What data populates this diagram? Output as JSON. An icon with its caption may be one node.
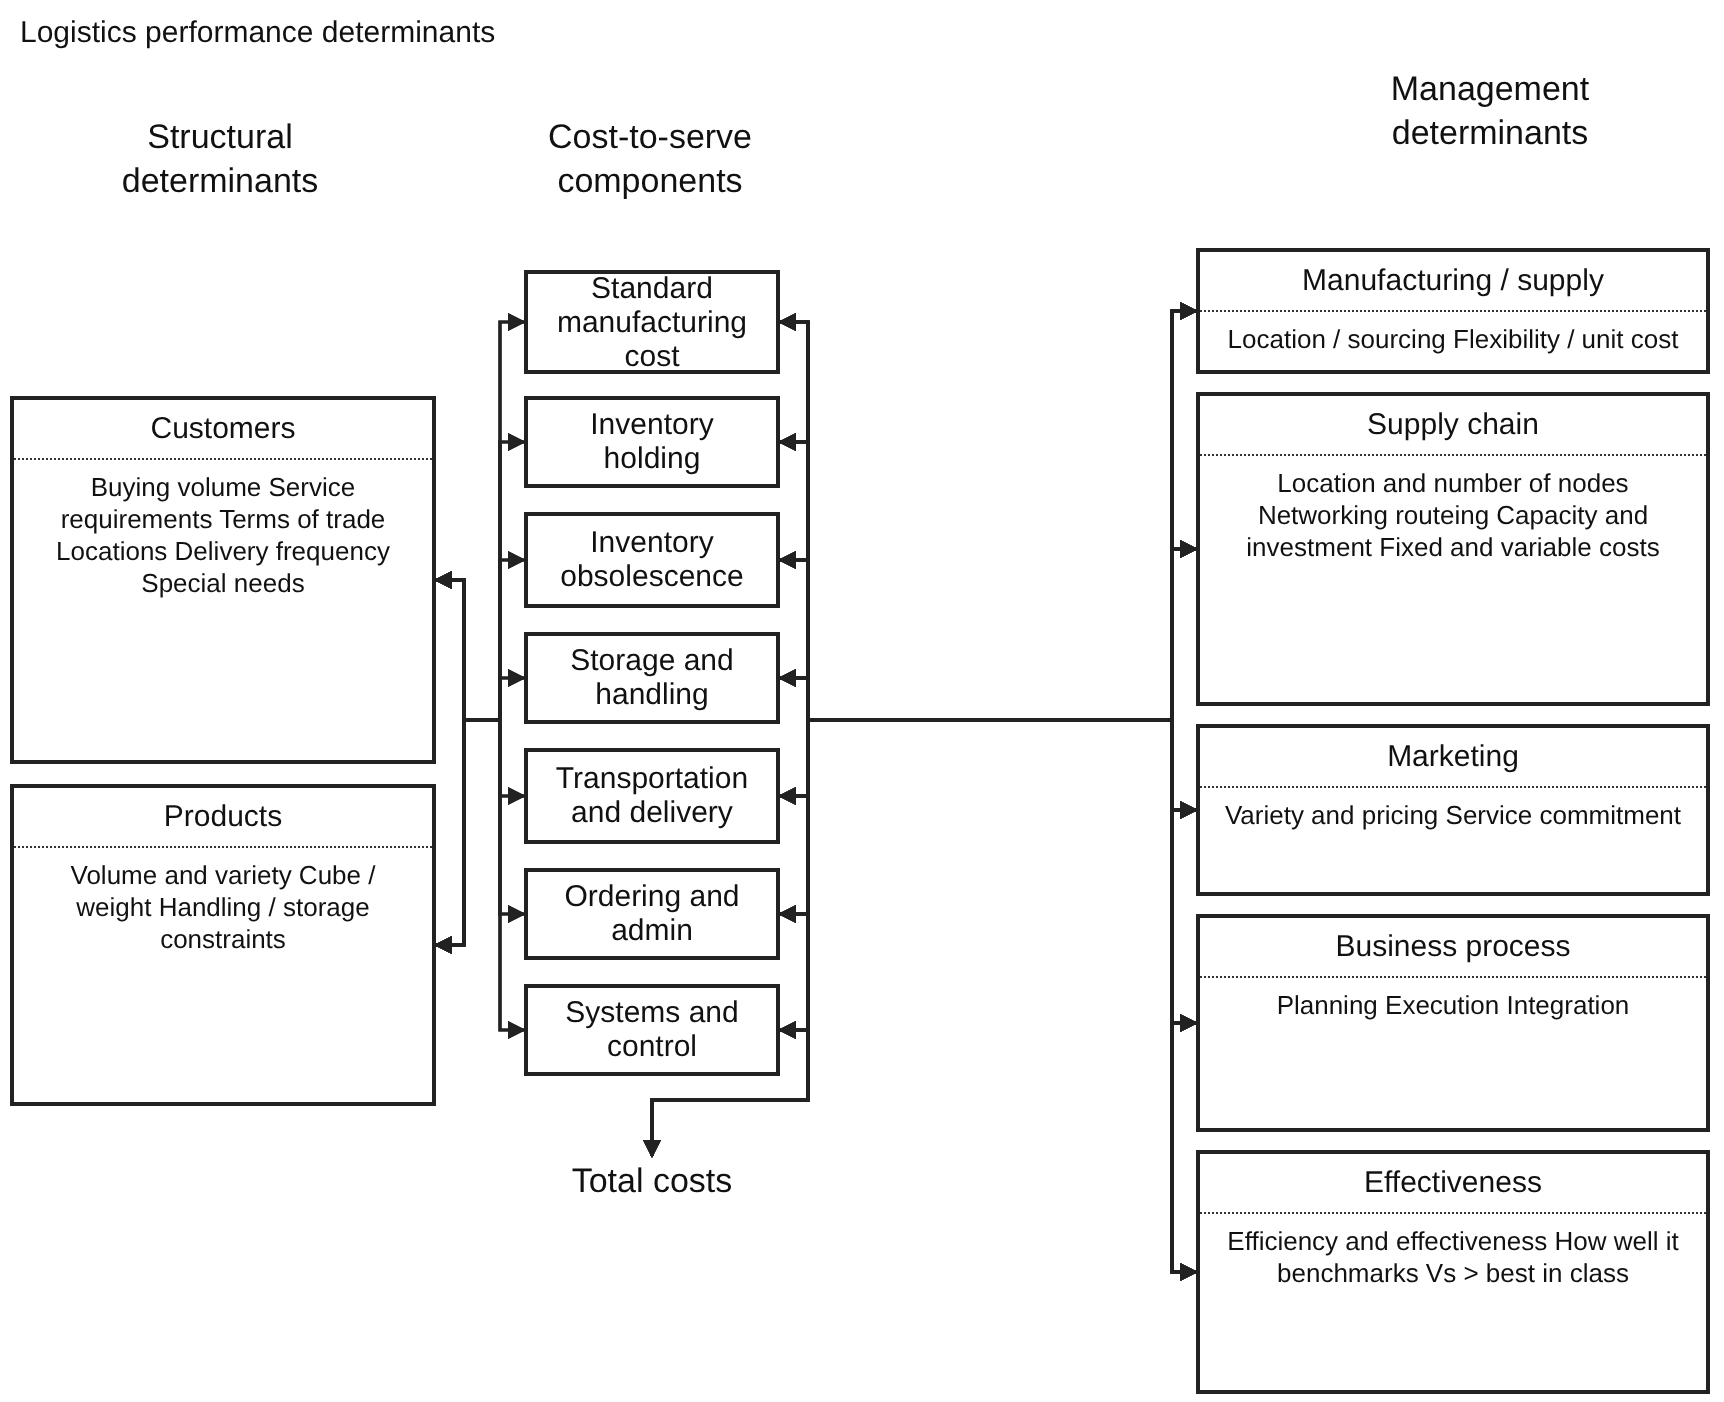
{
  "diagram": {
    "title": "Logistics performance determinants",
    "nodes": [
      {
        "text": [
          "Customers",
          "Buying volume Service requirements Terms of trade Locations Delivery frequency Special needs"
        ]
      },
      {
        "text": [
          "Products",
          "Volume and variety Cube / weight Handling / storage constraints"
        ]
      },
      {
        "text": [
          "Standard manufacturing cost"
        ]
      },
      {
        "text": [
          "Inventory holding"
        ]
      },
      {
        "text": [
          "Inventory obsolescence"
        ]
      },
      {
        "text": [
          "Storage and handling"
        ]
      },
      {
        "text": [
          "Transportation and delivery"
        ]
      },
      {
        "text": [
          "Ordering and admin"
        ]
      },
      {
        "text": [
          "Systems and control"
        ]
      },
      {
        "text": [
          "Total costs"
        ]
      },
      {
        "text": [
          "Manufacturing / supply",
          "Location / sourcing Flexibility / unit cost"
        ]
      },
      {
        "text": [
          "Supply chain",
          "Location and number of nodes Networking routeing Capacity and investment Fixed and variable costs"
        ]
      },
      {
        "text": [
          "Marketing",
          "Variety and pricing Service commitment"
        ]
      },
      {
        "text": [
          "Business process",
          "Planning Execution Integration"
        ]
      },
      {
        "text": [
          "Effectiveness",
          "Efficiency and effectiveness How well it benchmarks Vs > best in class"
        ]
      }
    ],
    "edges": [
      {
        "from": 0,
        "to": 2,
        "arrow": "both"
      },
      {
        "from": 0,
        "to": 3,
        "arrow": "both"
      },
      {
        "from": 0,
        "to": 4,
        "arrow": "both"
      },
      {
        "from": 0,
        "to": 5,
        "arrow": "both"
      },
      {
        "from": 0,
        "to": 6,
        "arrow": "both"
      },
      {
        "from": 0,
        "to": 7,
        "arrow": "both"
      },
      {
        "from": 0,
        "to": 8,
        "arrow": "both"
      },
      {
        "from": 1,
        "to": 2,
        "arrow": "both"
      },
      {
        "from": 1,
        "to": 3,
        "arrow": "both"
      },
      {
        "from": 1,
        "to": 4,
        "arrow": "both"
      },
      {
        "from": 1,
        "to": 5,
        "arrow": "both"
      },
      {
        "from": 1,
        "to": 6,
        "arrow": "both"
      },
      {
        "from": 1,
        "to": 7,
        "arrow": "both"
      },
      {
        "from": 1,
        "to": 8,
        "arrow": "both"
      },
      {
        "from": 2,
        "to": 10,
        "arrow": "both"
      },
      {
        "from": 2,
        "to": 11,
        "arrow": "both"
      },
      {
        "from": 2,
        "to": 12,
        "arrow": "both"
      },
      {
        "from": 2,
        "to": 13,
        "arrow": "both"
      },
      {
        "from": 2,
        "to": 14,
        "arrow": "both"
      },
      {
        "from": 3,
        "to": 10,
        "arrow": "both"
      },
      {
        "from": 3,
        "to": 11,
        "arrow": "both"
      },
      {
        "from": 3,
        "to": 12,
        "arrow": "both"
      },
      {
        "from": 3,
        "to": 13,
        "arrow": "both"
      },
      {
        "from": 3,
        "to": 14,
        "arrow": "both"
      },
      {
        "from": 4,
        "to": 10,
        "arrow": "both"
      },
      {
        "from": 4,
        "to": 11,
        "arrow": "both"
      },
      {
        "from": 4,
        "to": 12,
        "arrow": "both"
      },
      {
        "from": 4,
        "to": 13,
        "arrow": "both"
      },
      {
        "from": 4,
        "to": 14,
        "arrow": "both"
      },
      {
        "from": 5,
        "to": 10,
        "arrow": "both"
      },
      {
        "from": 5,
        "to": 11,
        "arrow": "both"
      },
      {
        "from": 5,
        "to": 12,
        "arrow": "both"
      },
      {
        "from": 5,
        "to": 13,
        "arrow": "both"
      },
      {
        "from": 5,
        "to": 14,
        "arrow": "both"
      },
      {
        "from": 6,
        "to": 10,
        "arrow": "both"
      },
      {
        "from": 6,
        "to": 11,
        "arrow": "both"
      },
      {
        "from": 6,
        "to": 12,
        "arrow": "both"
      },
      {
        "from": 6,
        "to": 13,
        "arrow": "both"
      },
      {
        "from": 6,
        "to": 14,
        "arrow": "both"
      },
      {
        "from": 7,
        "to": 10,
        "arrow": "both"
      },
      {
        "from": 7,
        "to": 11,
        "arrow": "both"
      },
      {
        "from": 7,
        "to": 12,
        "arrow": "both"
      },
      {
        "from": 7,
        "to": 13,
        "arrow": "both"
      },
      {
        "from": 7,
        "to": 14,
        "arrow": "both"
      },
      {
        "from": 8,
        "to": 10,
        "arrow": "both"
      },
      {
        "from": 8,
        "to": 11,
        "arrow": "both"
      },
      {
        "from": 8,
        "to": 12,
        "arrow": "both"
      },
      {
        "from": 8,
        "to": 13,
        "arrow": "both"
      },
      {
        "from": 8,
        "to": 14,
        "arrow": "both"
      },
      {
        "from": 2,
        "to": 9,
        "arrow": "to"
      },
      {
        "from": 3,
        "to": 9,
        "arrow": "to"
      },
      {
        "from": 4,
        "to": 9,
        "arrow": "to"
      },
      {
        "from": 5,
        "to": 9,
        "arrow": "to"
      },
      {
        "from": 6,
        "to": 9,
        "arrow": "to"
      },
      {
        "from": 7,
        "to": 9,
        "arrow": "to"
      },
      {
        "from": 8,
        "to": 9,
        "arrow": "to"
      }
    ],
    "labels": [
      "Structural determinants",
      "Cost-to-serve components",
      "Management determinants"
    ]
  }
}
